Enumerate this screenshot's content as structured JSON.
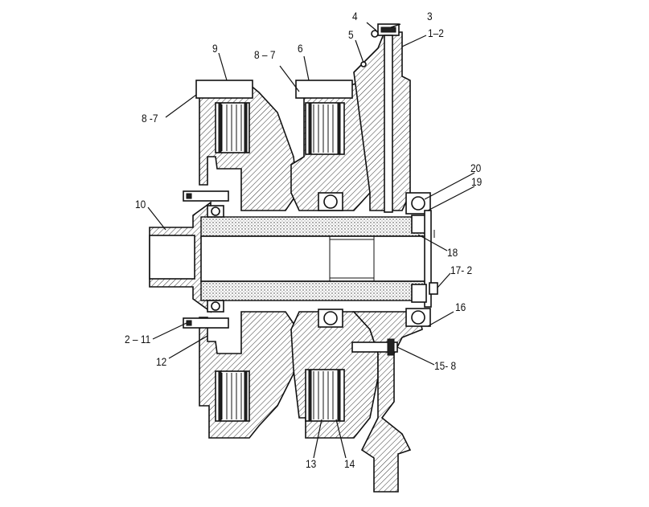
{
  "callouts": {
    "c3": "3",
    "c4": "4",
    "c1_2": "1–2",
    "c5": "5",
    "c9": "9",
    "c8_7_mid": "8 – 7",
    "c6": "6",
    "c8_7_left": "8 -7",
    "c20": "20",
    "c19": "19",
    "c10": "10",
    "c18": "18",
    "c17_2": "17- 2",
    "c16": "16",
    "c2_11": "2 – 11",
    "c12": "12",
    "c15_8": "15- 8",
    "c13": "13",
    "c14": "14"
  }
}
